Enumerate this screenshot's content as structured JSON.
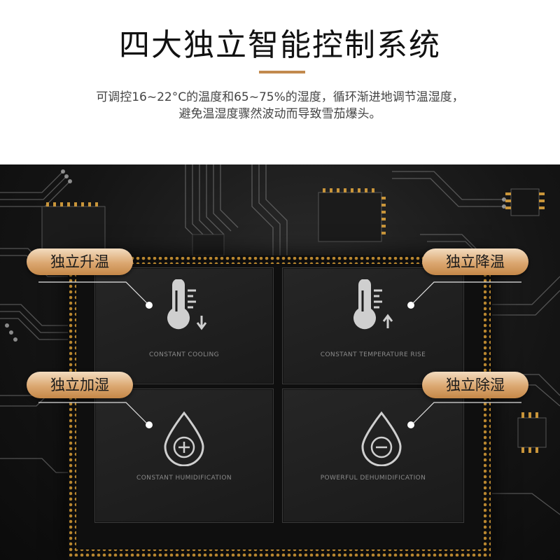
{
  "header": {
    "title": "四大独立智能控制系统",
    "desc_line1": "可调控16~22°C的温度和65~75%的湿度，循环渐进地调节温湿度，",
    "desc_line2": "避免温湿度骤然波动而导致雪茄爆头。"
  },
  "features": [
    {
      "label": "独立升温",
      "caption": "CONSTANT COOLING",
      "icon": "thermometer-down-icon"
    },
    {
      "label": "独立降温",
      "caption": "CONSTANT TEMPERATURE RISE",
      "icon": "thermometer-up-icon"
    },
    {
      "label": "独立加湿",
      "caption": "CONSTANT HUMIDIFICATION",
      "icon": "drop-plus-icon"
    },
    {
      "label": "独立除湿",
      "caption": "POWERFUL DEHUMIDIFICATION",
      "icon": "drop-minus-icon"
    }
  ],
  "colors": {
    "accent": "#c28a4e",
    "pill_light": "#f3dcc0",
    "board_dark": "#151515",
    "pad_gold": "#b8862f"
  }
}
